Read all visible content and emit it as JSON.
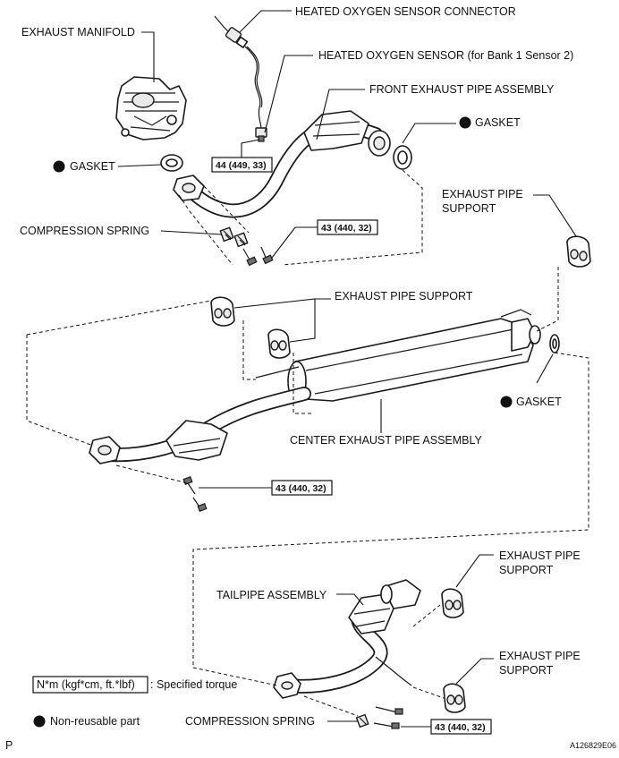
{
  "labels": {
    "heated_oxygen_sensor_connector": "HEATED OXYGEN SENSOR CONNECTOR",
    "heated_oxygen_sensor": "HEATED OXYGEN SENSOR (for Bank 1 Sensor 2)",
    "front_exhaust_pipe_assembly": "FRONT EXHAUST PIPE ASSEMBLY",
    "exhaust_manifold": "EXHAUST MANIFOLD",
    "gasket_top_right": "GASKET",
    "gasket_top_left": "GASKET",
    "exhaust_pipe_support_right_line1": "EXHAUST PIPE",
    "exhaust_pipe_support_right_line2": "SUPPORT",
    "compression_spring_top": "COMPRESSION SPRING",
    "exhaust_pipe_support_center": "EXHAUST PIPE SUPPORT",
    "gasket_middle": "GASKET",
    "center_exhaust_pipe_assembly": "CENTER EXHAUST PIPE ASSEMBLY",
    "exhaust_pipe_support_tail_upper_line1": "EXHAUST PIPE",
    "exhaust_pipe_support_tail_upper_line2": "SUPPORT",
    "tailpipe_assembly": "TAILPIPE ASSEMBLY",
    "exhaust_pipe_support_tail_lower_line1": "EXHAUST PIPE",
    "exhaust_pipe_support_tail_lower_line2": "SUPPORT",
    "compression_spring_bottom": "COMPRESSION SPRING"
  },
  "torque_specs": {
    "sensor": "44 (449, 33)",
    "front_pipe": "43 (440, 32)",
    "center_pipe": "43 (440, 32)",
    "tailpipe": "43 (440, 32)"
  },
  "legend": {
    "torque_box": "N*m (kgf*cm, ft.*lbf)",
    "torque_text": ": Specified torque",
    "non_reusable": "Non-reusable part"
  },
  "footer": {
    "left_code": "P",
    "figure_id": "A126829E06"
  }
}
